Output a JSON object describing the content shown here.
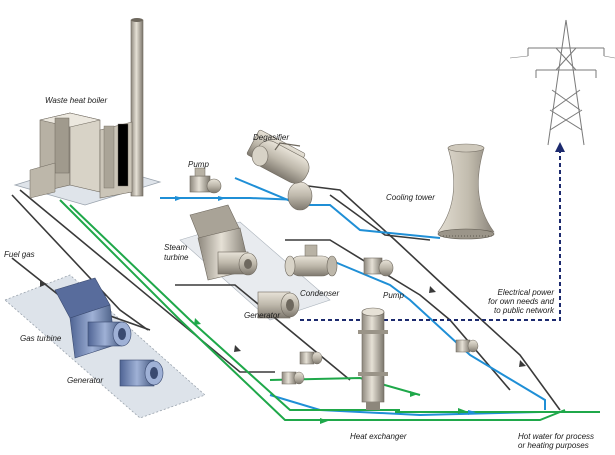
{
  "labels": {
    "waste_heat_boiler": "Waste heat boiler",
    "pump_top": "Pump",
    "degasifier": "Degasifier",
    "cooling_tower": "Cooling tower",
    "fuel_gas": "Fuel gas",
    "steam_turbine_1": "Steam",
    "steam_turbine_2": "turbine",
    "condenser": "Condenser",
    "pump_mid": "Pump",
    "generator_mid": "Generator",
    "gas_turbine": "Gas turbine",
    "generator_low": "Generator",
    "electrical_1": "Electrical power",
    "electrical_2": "for own needs and",
    "electrical_3": "to public network",
    "heat_exchanger": "Heat exchanger",
    "hot_water_1": "Hot water for process",
    "hot_water_2": "or heating purposes"
  },
  "colors": {
    "steam_line": "#1f8fd6",
    "hot_water_line": "#1fa84a",
    "process_line": "#3a3a3a",
    "electrical_line": "#1c2a6e",
    "equipment": "#c9c3b6",
    "equipment_dark": "#8d877c",
    "gas_turbine_blue": "#6f86b8"
  }
}
